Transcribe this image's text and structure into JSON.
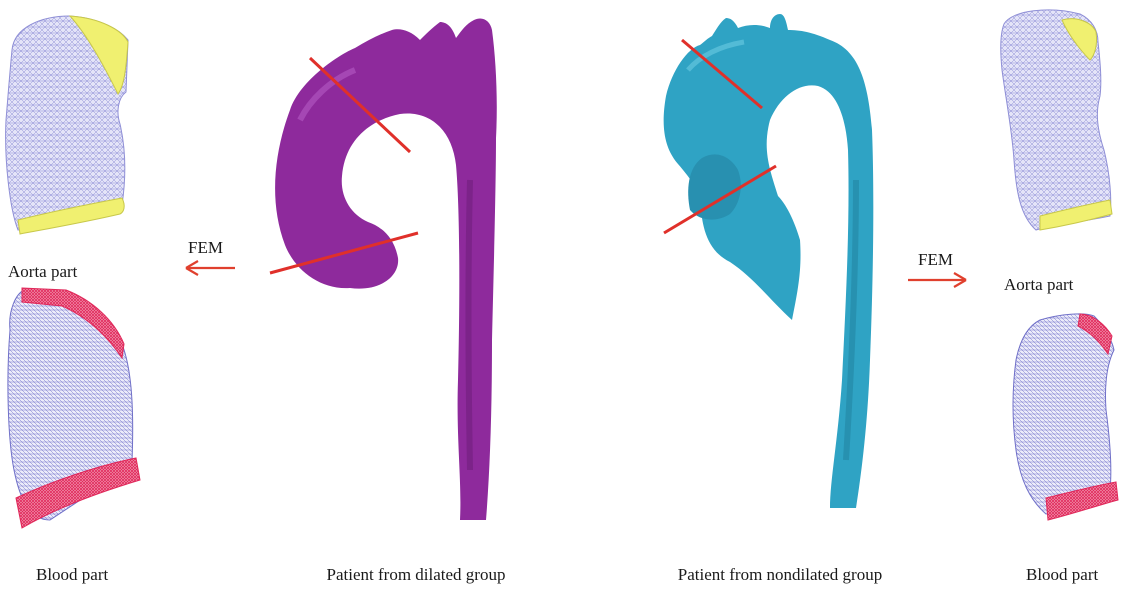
{
  "labels": {
    "fem_left": "FEM",
    "aorta_part_left": "Aorta part",
    "blood_part_left": "Blood part",
    "dilated_patient": "Patient from dilated group",
    "fem_right": "FEM",
    "aorta_part_right": "Aorta part",
    "nondilated_patient": "Patient from nondilated group",
    "blood_part_right": "Blood part"
  },
  "colors": {
    "dilated_aorta": "#8e2a9c",
    "nondilated_aorta": "#2fa3c4",
    "cut_line": "#e0302a",
    "arrow": "#e0402e",
    "mesh_aorta_fill": "#e4e4f8",
    "mesh_aorta_line": "#8f8fd6",
    "mesh_aorta_cap": "#f0f070",
    "mesh_blood_fill": "#ececfa",
    "mesh_blood_line": "#7070c8",
    "mesh_blood_cap": "#e0285a"
  },
  "icons": {
    "arrow_left": "arrow-left-icon",
    "arrow_right": "arrow-right-icon"
  }
}
